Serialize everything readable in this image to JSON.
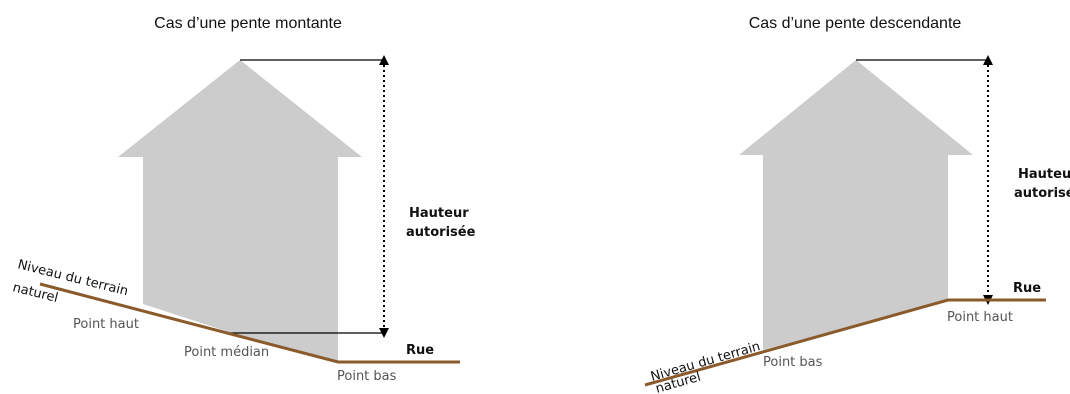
{
  "colors": {
    "house": "#cccccc",
    "ground": "#8b5a2b",
    "measure": "#000000",
    "label": "#555555"
  },
  "left": {
    "title": "Cas d’une pente montante",
    "height_label_line1": "Hauteur",
    "height_label_line2": "autorisée",
    "terrain_label_line1": "Niveau du terrain",
    "terrain_label_line2": "naturel",
    "point_high": "Point haut",
    "point_median": "Point médian",
    "point_low": "Point bas",
    "street": "Rue"
  },
  "right": {
    "title": "Cas d’une pente descendante",
    "height_label_line1": "Hauteur",
    "height_label_line2": "autorisée",
    "terrain_label_line1": "Niveau du terrain",
    "terrain_label_line2": "naturel",
    "point_low": "Point bas",
    "point_high": "Point haut",
    "street": "Rue"
  }
}
